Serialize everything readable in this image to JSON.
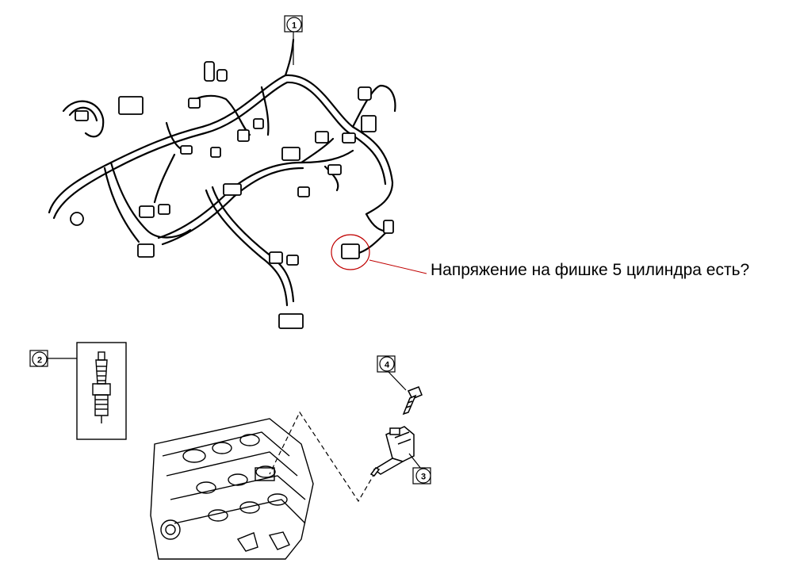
{
  "diagram": {
    "callouts": [
      {
        "id": "callout-1",
        "label": "1"
      },
      {
        "id": "callout-2",
        "label": "2"
      },
      {
        "id": "callout-3",
        "label": "3"
      },
      {
        "id": "callout-4",
        "label": "4"
      }
    ],
    "annotation": {
      "question": "Напряжение на фишке 5 цилиндра есть?",
      "highlight_color": "#c00000"
    }
  }
}
